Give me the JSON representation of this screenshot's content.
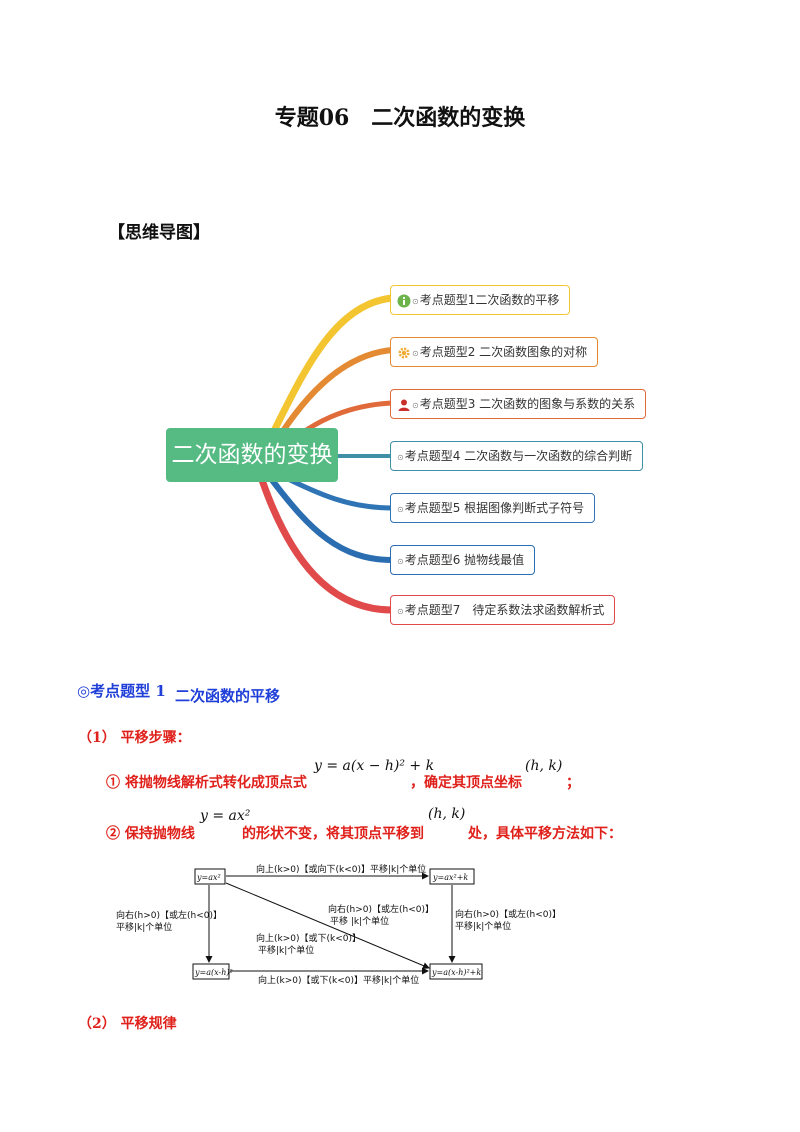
{
  "document": {
    "title": "专题06　二次函数的变换",
    "section_heading": "【思维导图】"
  },
  "mindmap": {
    "center": "二次函数的变换",
    "branches": [
      {
        "label": "考点题型1二次函数的平移",
        "color": "#f2c531",
        "icon": "info-icon"
      },
      {
        "label": "考点题型2 二次函数图象的对称",
        "color": "#e48a32",
        "icon": "gear-icon"
      },
      {
        "label": "考点题型3 二次函数的图象与系数的关系",
        "color": "#e06a3a",
        "icon": "person-icon"
      },
      {
        "label": "考点题型4 二次函数与一次函数的综合判断",
        "color": "#3f8fa6",
        "icon": "none"
      },
      {
        "label": "考点题型5 根据图像判断式子符号",
        "color": "#2f74b5",
        "icon": "none"
      },
      {
        "label": "考点题型6 抛物线最值",
        "color": "#2a6db0",
        "icon": "none"
      },
      {
        "label": "考点题型7　待定系数法求函数解析式",
        "color": "#e04a4a",
        "icon": "none"
      }
    ]
  },
  "topic1": {
    "symbol": "◎",
    "prefix": "考点题型 1",
    "title": "二次函数的平移"
  },
  "steps": {
    "step1_label": "（1）  平移步骤：",
    "item1_prefix": "①  将抛物线解析式转化成顶点式",
    "item1_formula": "y = a(x − h)² + k",
    "item1_mid": "，确定其顶点坐标",
    "item1_point": "(h, k)",
    "item1_end": "；",
    "item2_prefix": "②  保持抛物线",
    "item2_formula": "y = ax²",
    "item2_mid": "的形状不变，将其顶点平移到",
    "item2_point": "(h, k)",
    "item2_end": "处，具体平移方法如下：",
    "step2_label": "（2）  平移规律"
  },
  "diagram": {
    "box_tl": "y=ax²",
    "box_tr": "y=ax²+k",
    "box_bl": "y=a(x-h)²",
    "box_br": "y=a(x-h)²+k",
    "top_arrow": "向上(k>0)【或向下(k<0)】平移|k|个单位",
    "bottom_arrow": "向上(k>0)【或下(k<0)】平移|k|个单位",
    "left_arrow_1": "向右(h>0)【或左(h<0)】",
    "left_arrow_2": "平移|k|个单位",
    "right_arrow_1": "向右(h>0)【或左(h<0)】",
    "right_arrow_2": "平移|k|个单位",
    "diag_upper_1": "向右(h>0)【或左(h<0)】",
    "diag_upper_2": "平移 |k|个单位",
    "diag_lower_1": "向上(k>0)【或下(k<0)】",
    "diag_lower_2": "平移|k|个单位"
  }
}
